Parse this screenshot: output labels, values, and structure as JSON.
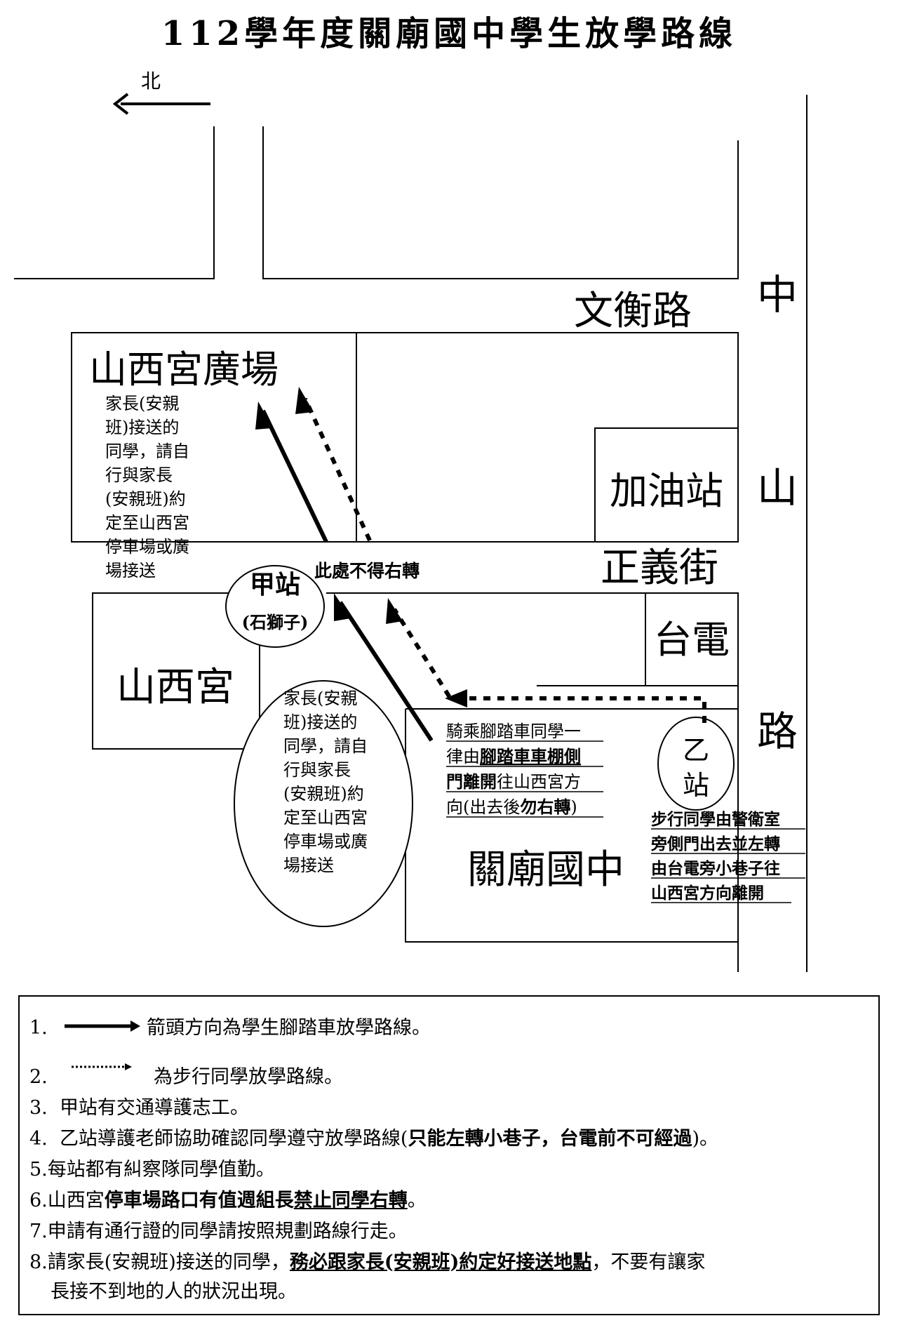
{
  "title": "112學年度關廟國中學生放學路線",
  "map": {
    "north_label": "北",
    "roads": {
      "wenheng": "文衡路",
      "zhengyi": "正義街",
      "zhongshan": [
        "中",
        "山",
        "路"
      ]
    },
    "places": {
      "plaza": "山西宮廣場",
      "gas_station": "加油站",
      "taipower": "台電",
      "temple": "山西宮",
      "school": "關廟國中"
    },
    "stations": {
      "a_name": "甲站",
      "a_sub": "(石獅子)",
      "b_chars": [
        "乙",
        "站"
      ]
    },
    "no_right_turn": "此處不得右轉",
    "parent_note_left": [
      "家長(安親",
      "班)接送的",
      "同學，請自",
      "行與家長",
      "(安親班)約",
      "定至山西宮",
      "停車場或廣",
      "場接送"
    ],
    "parent_note_bubble": [
      "家長(安親",
      "班)接送的",
      "同學，請自",
      "行與家長",
      "(安親班)約",
      "定至山西宮",
      "停車場或廣",
      "場接送"
    ],
    "bike_note": {
      "line1": "騎乘腳踏車同學一",
      "line2_a": "律由",
      "line2_b": "腳踏車車棚側",
      "line3_a": "門離開",
      "line3_b": "往山西宮方",
      "line4_a": "向(出去後",
      "line4_b": "勿右轉",
      "line4_c": ")"
    },
    "walk_note": [
      "步行同學由警衛室",
      "旁側門出去並左轉",
      "由台電旁小巷子往",
      "山西宮方向離開"
    ]
  },
  "legend": {
    "item1": {
      "num": "1.",
      "text": "箭頭方向為學生腳踏車放學路線。"
    },
    "item2": {
      "num": "2.",
      "text": "為步行同學放學路線。"
    },
    "item3": {
      "num": "3.",
      "text": "甲站有交通導護志工。"
    },
    "item4": {
      "num": "4.",
      "text_a": "乙站導護老師協助確認同學遵守放學路線(",
      "text_b": "只能左轉小巷子，台電前不可經過",
      "text_c": ")。"
    },
    "item5": {
      "num": "5.",
      "text": "每站都有糾察隊同學值勤。"
    },
    "item6": {
      "num": "6.",
      "text_a": "山西宮",
      "text_b": "停車場路口有值週組長",
      "text_c": "禁止同學右轉",
      "text_d": "。"
    },
    "item7": {
      "num": "7.",
      "text": "申請有通行證的同學請按照規劃路線行走。"
    },
    "item8": {
      "num": "8.",
      "text_a": "請家長(安親班)接送的同學，",
      "text_b": "務必跟家長(安親班)約定好接送地點",
      "text_c": "，不要有讓家",
      "text_d": "長接不到地的人的狀況出現。"
    }
  }
}
